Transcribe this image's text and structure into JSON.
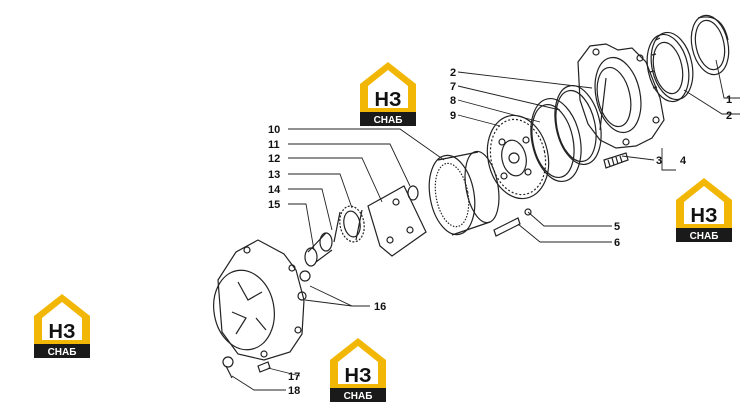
{
  "diagram": {
    "callouts": [
      "1",
      "2",
      "2",
      "3",
      "4",
      "5",
      "6",
      "7",
      "8",
      "9",
      "10",
      "11",
      "12",
      "13",
      "14",
      "15",
      "16",
      "17",
      "18"
    ],
    "brand": {
      "main": "НЗ",
      "sub": "СНАБ",
      "accent": "#f2b705",
      "dark": "#1a1a1a"
    }
  }
}
